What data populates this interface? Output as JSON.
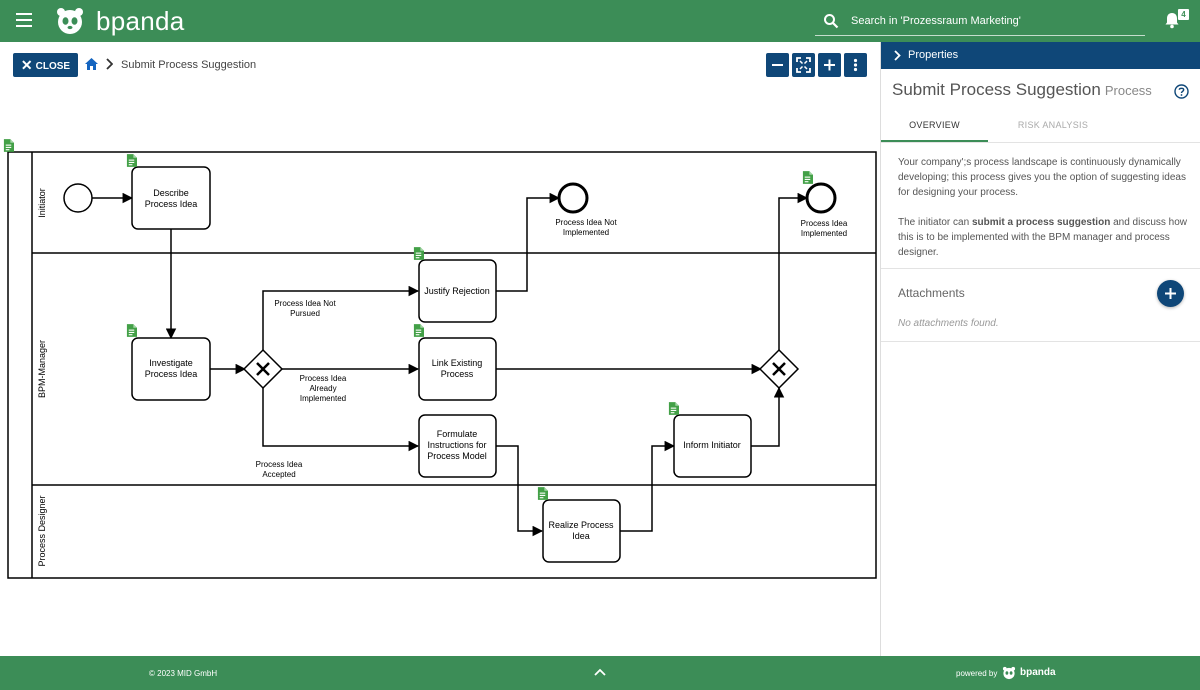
{
  "header": {
    "brand": "bpanda",
    "search_placeholder": "Search in 'Prozessraum Marketing'",
    "notification_count": "4"
  },
  "toolbar": {
    "close_label": "CLOSE",
    "breadcrumb": "Submit Process Suggestion"
  },
  "diagram": {
    "lanes": [
      "Initiator",
      "BPM-Manager",
      "Process Designer"
    ],
    "tasks": {
      "describe": [
        "Describe",
        "Process Idea"
      ],
      "investigate": [
        "Investigate",
        "Process Idea"
      ],
      "justify": [
        "Justify Rejection"
      ],
      "link": [
        "Link Existing",
        "Process"
      ],
      "formulate": [
        "Formulate",
        "Instructions for",
        "Process Model"
      ],
      "realize": [
        "Realize Process",
        "Idea"
      ],
      "inform": [
        "Inform Initiator"
      ]
    },
    "events": {
      "not_implemented": [
        "Process Idea Not",
        "Implemented"
      ],
      "implemented": [
        "Process Idea",
        "Implemented"
      ]
    },
    "flows": {
      "not_pursued": [
        "Process Idea Not",
        "Pursued"
      ],
      "already": [
        "Process Idea",
        "Already",
        "Implemented"
      ],
      "accepted": [
        "Process Idea",
        "Accepted"
      ]
    }
  },
  "panel": {
    "header_label": "Properties",
    "title": "Submit Process Suggestion",
    "title_kind": "Process",
    "tabs": [
      "OVERVIEW",
      "RISK ANALYSIS"
    ],
    "description_1": "Your company';s process landscape is continuously dynamically developing; this process gives you the option of suggesting ideas for designing your process.",
    "description_2_pre": "The initiator can ",
    "description_2_bold": "submit a process suggestion",
    "description_2_post": " and discuss how this is to be implemented with the BPM manager and process designer.",
    "attachments_title": "Attachments",
    "no_attachments": "No attachments found."
  },
  "footer": {
    "copyright": "© 2023 MID GmbH",
    "powered_by": "powered by",
    "brand": "bpanda"
  },
  "colors": {
    "brand_green": "#3c8d57",
    "navy": "#0f4778",
    "doc_green": "#43a047"
  }
}
